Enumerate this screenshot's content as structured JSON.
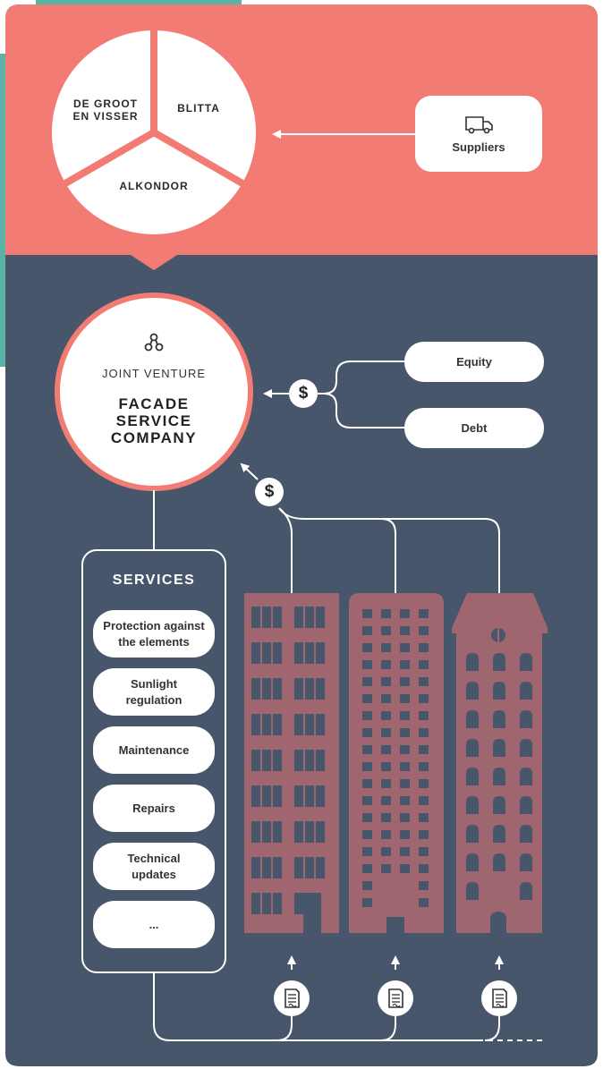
{
  "suppliers_group": {
    "segments": [
      "DE GROOT\nEN VISSER",
      "BLITTA",
      "ALKONDOR"
    ],
    "suppliers_label": "Suppliers",
    "suppliers_icon": "delivery-van-icon"
  },
  "joint_venture": {
    "icon": "network-nodes-icon",
    "subtitle": "JOINT VENTURE",
    "title": "FACADE\nSERVICE\nCOMPANY"
  },
  "financing": {
    "symbol": "$",
    "sources": [
      "Equity",
      "Debt"
    ]
  },
  "revenue": {
    "symbol": "$"
  },
  "services": {
    "title": "SERVICES",
    "items": [
      "Protection against\nthe elements",
      "Sunlight\nregulation",
      "Maintenance",
      "Repairs",
      "Technical\nupdates",
      "..."
    ]
  },
  "buildings": {
    "icons": [
      "office-building-icon",
      "apartment-building-icon",
      "historic-building-icon"
    ],
    "contract_icon": "contract-document-icon"
  },
  "colors": {
    "coral": "#f27b74",
    "navy": "#48566b",
    "teal": "#5bb3a6",
    "building": "#a06670",
    "white": "#ffffff"
  }
}
